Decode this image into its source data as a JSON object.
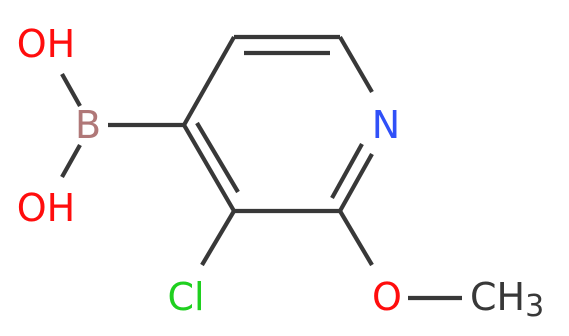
{
  "molecule": {
    "atoms": {
      "oh_top": {
        "text": "OH",
        "color": "#ff0d0d"
      },
      "boron": {
        "text": "B",
        "color": "#b07878"
      },
      "oh_bottom": {
        "text": "OH",
        "color": "#ff0d0d"
      },
      "nitrogen": {
        "text": "N",
        "color": "#3050f8"
      },
      "chlorine": {
        "text": "Cl",
        "color": "#1fd01f"
      },
      "oxygen": {
        "text": "O",
        "color": "#ff0d0d"
      },
      "methyl": {
        "text": "CH",
        "subscript": "3",
        "color": "#383838"
      }
    },
    "bond_color": "#383838"
  }
}
